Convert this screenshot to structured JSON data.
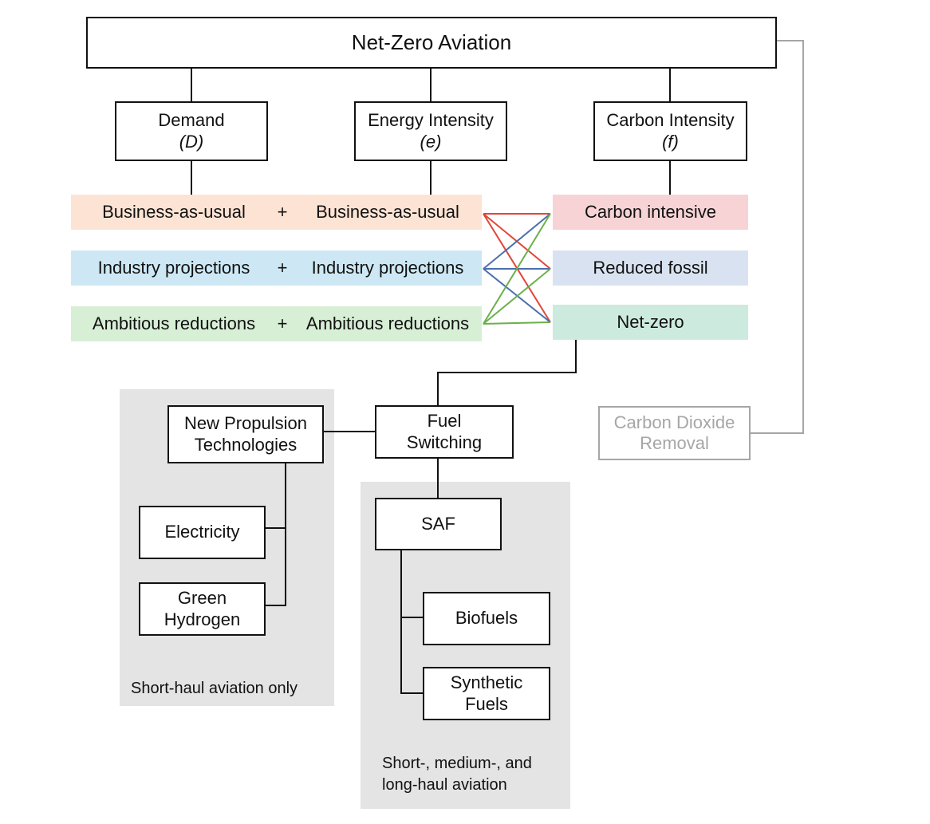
{
  "title": "Net-Zero Aviation",
  "factors": [
    {
      "label": "Demand",
      "symbol": "(D)"
    },
    {
      "label": "Energy Intensity",
      "symbol": "(e)"
    },
    {
      "label": "Carbon Intensity",
      "symbol": "(f)"
    }
  ],
  "demand_scenarios": [
    "Business-as-usual",
    "Industry projections",
    "Ambitious reductions"
  ],
  "energy_scenarios": [
    "Business-as-usual",
    "Industry projections",
    "Ambitious reductions"
  ],
  "plus_sign": "+",
  "carbon_scenarios": [
    "Carbon intensive",
    "Reduced fossil",
    "Net-zero"
  ],
  "scenario_colors": {
    "business_as_usual": "#fde3d4",
    "industry_projections": "#cde8f4",
    "ambitious_reductions": "#d7efd5",
    "carbon_intensive": "#f7d3d6",
    "reduced_fossil": "#d9e2f0",
    "net_zero": "#cdeadf"
  },
  "link_colors": {
    "from_bau": "#e0463a",
    "from_industry": "#4a6fae",
    "from_ambitious": "#6ab04c"
  },
  "fuel_switching": {
    "line1": "Fuel",
    "line2": "Switching"
  },
  "cdr": {
    "line1": "Carbon Dioxide",
    "line2": "Removal"
  },
  "propulsion": {
    "line1": "New Propulsion",
    "line2": "Technologies"
  },
  "electricity": "Electricity",
  "hydrogen": {
    "line1": "Green",
    "line2": "Hydrogen"
  },
  "saf": "SAF",
  "biofuels": "Biofuels",
  "synthetic": {
    "line1": "Synthetic",
    "line2": "Fuels"
  },
  "short_haul_note": "Short-haul aviation only",
  "all_haul_note": {
    "line1": "Short-, medium-, and",
    "line2": "long-haul aviation"
  }
}
